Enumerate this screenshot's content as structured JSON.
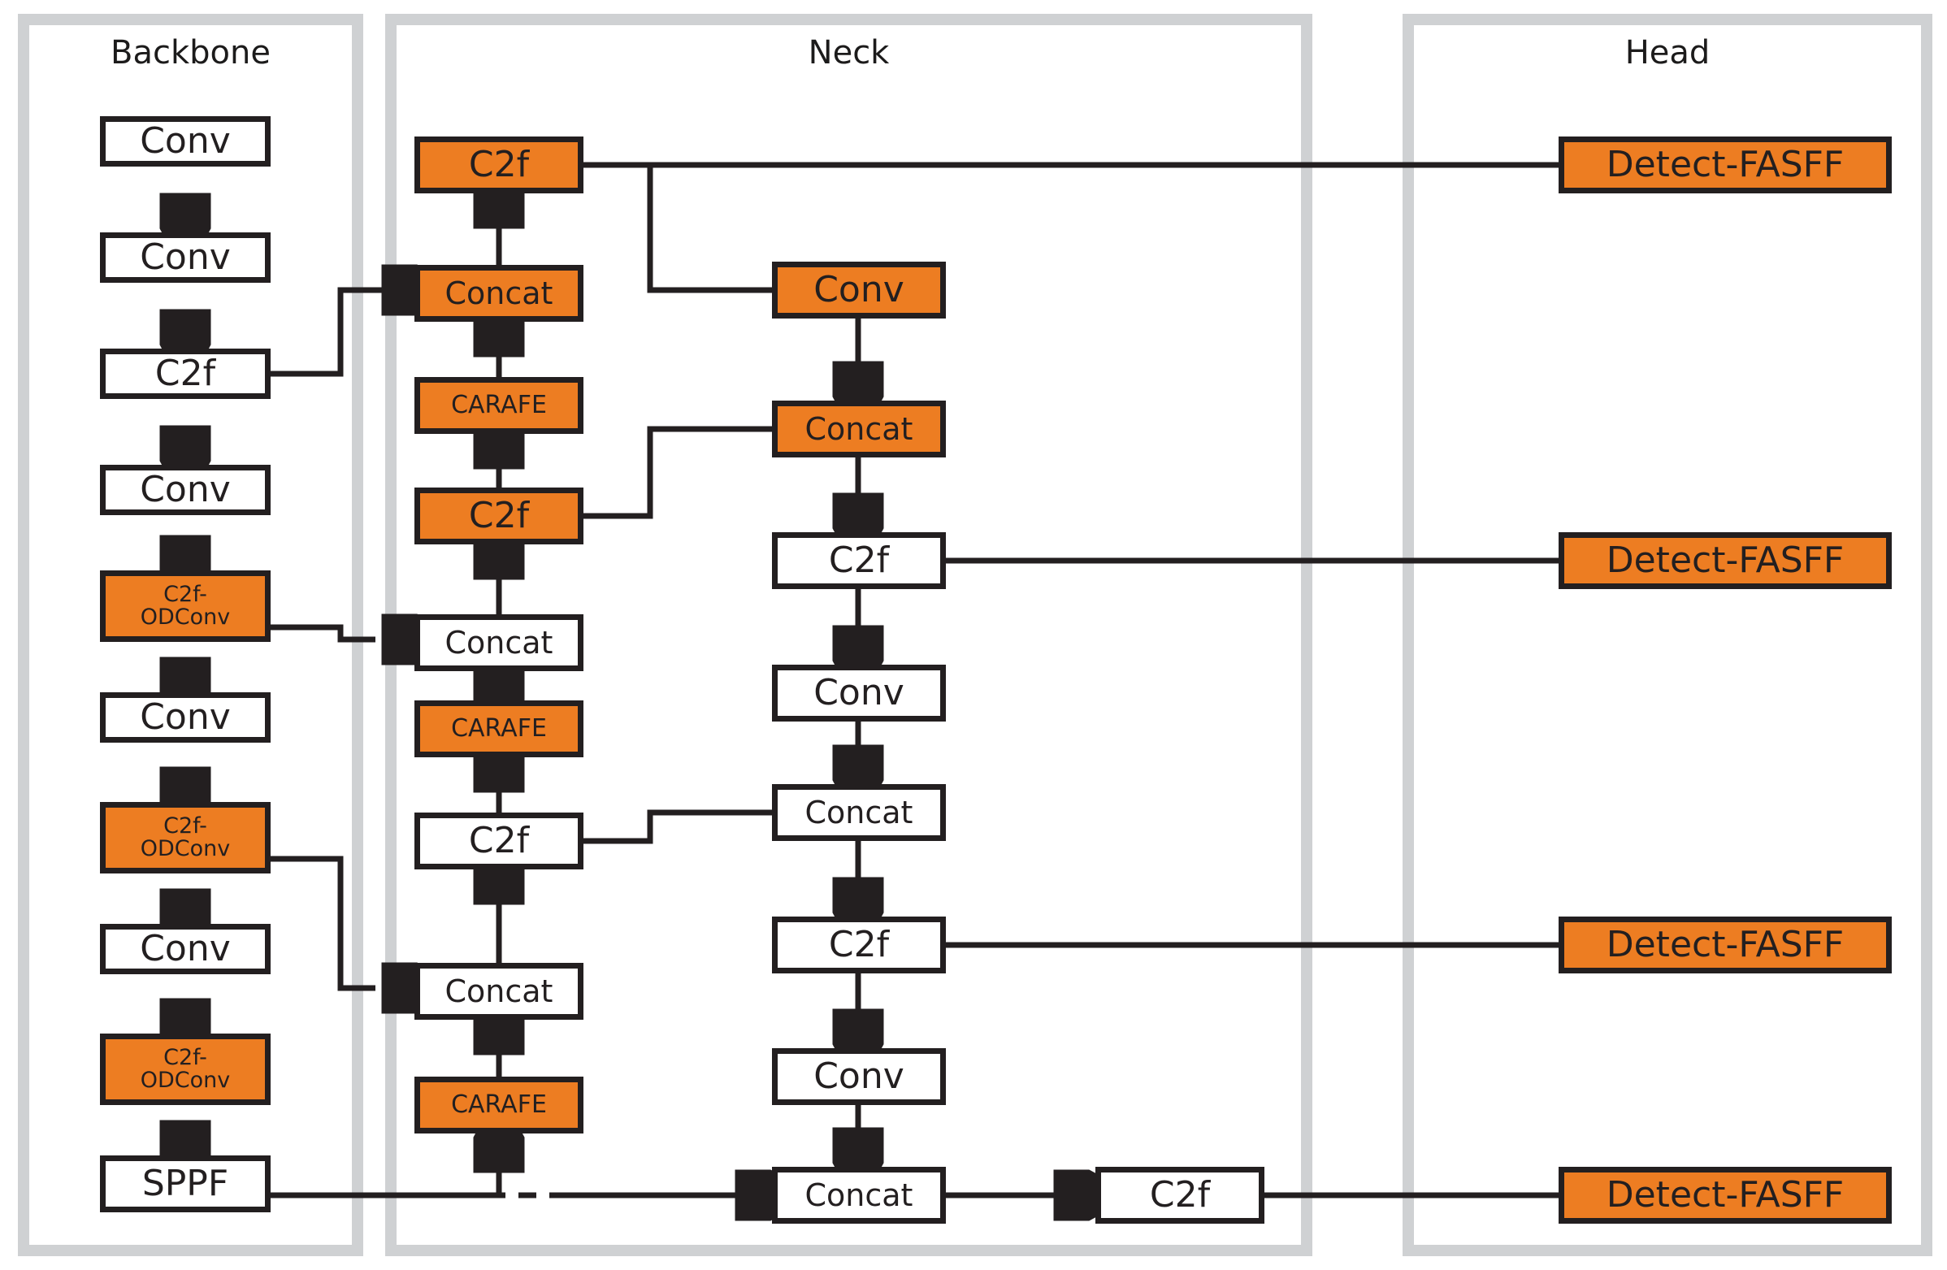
{
  "diagram": {
    "title_absent": true,
    "accent_color": "#ed7d22",
    "line_color": "#231f20",
    "container_color": "#cfd1d3",
    "groups": [
      {
        "id": "backbone",
        "label": "Backbone"
      },
      {
        "id": "neck",
        "label": "Neck"
      },
      {
        "id": "head",
        "label": "Head"
      }
    ],
    "backbone": {
      "label": "Backbone",
      "nodes": [
        {
          "label": "Conv",
          "highlight": false
        },
        {
          "label": "Conv",
          "highlight": false
        },
        {
          "label": "C2f",
          "highlight": false
        },
        {
          "label": "Conv",
          "highlight": false
        },
        {
          "label": "C2f-",
          "label2": "ODConv",
          "highlight": true
        },
        {
          "label": "Conv",
          "highlight": false
        },
        {
          "label": "C2f-",
          "label2": "ODConv",
          "highlight": true
        },
        {
          "label": "Conv",
          "highlight": false
        },
        {
          "label": "C2f-",
          "label2": "ODConv",
          "highlight": true
        },
        {
          "label": "SPPF",
          "highlight": false
        }
      ]
    },
    "neck": {
      "label": "Neck",
      "left_column": [
        {
          "label": "C2f",
          "highlight": true
        },
        {
          "label": "Concat",
          "highlight": true
        },
        {
          "label": "CARAFE",
          "highlight": true
        },
        {
          "label": "C2f",
          "highlight": true
        },
        {
          "label": "Concat",
          "highlight": false
        },
        {
          "label": "CARAFE",
          "highlight": true
        },
        {
          "label": "C2f",
          "highlight": false
        },
        {
          "label": "Concat",
          "highlight": false
        },
        {
          "label": "CARAFE",
          "highlight": true
        }
      ],
      "right_column": [
        {
          "label": "Conv",
          "highlight": true
        },
        {
          "label": "Concat",
          "highlight": true
        },
        {
          "label": "C2f",
          "highlight": false
        },
        {
          "label": "Conv",
          "highlight": false
        },
        {
          "label": "Concat",
          "highlight": false
        },
        {
          "label": "C2f",
          "highlight": false
        },
        {
          "label": "Conv",
          "highlight": false
        },
        {
          "label": "Concat",
          "highlight": false
        }
      ],
      "tail_node": {
        "label": "C2f",
        "highlight": false
      }
    },
    "head": {
      "label": "Head",
      "nodes": [
        {
          "label": "Detect-FASFF",
          "highlight": true
        },
        {
          "label": "Detect-FASFF",
          "highlight": true
        },
        {
          "label": "Detect-FASFF",
          "highlight": true
        },
        {
          "label": "Detect-FASFF",
          "highlight": true
        }
      ]
    }
  }
}
